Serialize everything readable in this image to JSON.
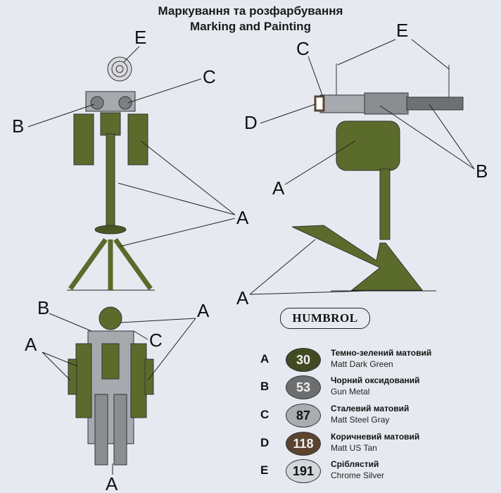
{
  "header": {
    "title_ua": "Маркування та розфарбування",
    "title_en": "Marking and Painting"
  },
  "callouts": {
    "front": {
      "e": "E",
      "c": "C",
      "b": "B",
      "a": "A"
    },
    "side": {
      "c": "C",
      "e": "E",
      "d": "D",
      "b": "B",
      "a1": "A",
      "a2": "A"
    },
    "top": {
      "b": "B",
      "a1": "A",
      "c": "C",
      "a2": "A",
      "a3": "A"
    }
  },
  "brand": "HUMBROL",
  "legend": [
    {
      "letter": "A",
      "code": "30",
      "name_ua": "Темно-зелений матовий",
      "name_en": "Matt Dark Green",
      "color": "#414a22",
      "text_color": "#f0f0f0"
    },
    {
      "letter": "B",
      "code": "53",
      "name_ua": "Чорний оксидований",
      "name_en": "Gun Metal",
      "color": "#6c6e70",
      "text_color": "#f0f0f0"
    },
    {
      "letter": "C",
      "code": "87",
      "name_ua": "Сталевий матовий",
      "name_en": "Matt Steel Gray",
      "color": "#a9adb2",
      "text_color": "#111111"
    },
    {
      "letter": "D",
      "code": "118",
      "name_ua": "Коричневий матовий",
      "name_en": "Matt US Tan",
      "color": "#5b4330",
      "text_color": "#f0f0f0"
    },
    {
      "letter": "E",
      "code": "191",
      "name_ua": "Сріблястий",
      "name_en": "Chrome Silver",
      "color": "#d3d6da",
      "text_color": "#111111"
    }
  ]
}
